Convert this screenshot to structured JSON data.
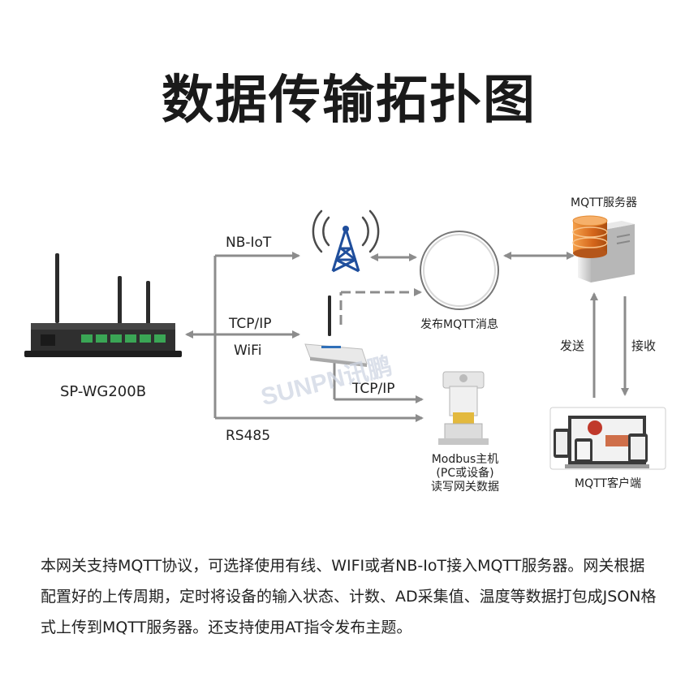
{
  "title": "数据传输拓扑图",
  "nodes": {
    "gateway": "SP-WG200B",
    "mqtt_server": "MQTT服务器",
    "publish": "发布MQTT消息",
    "modbus_host": [
      "Modbus主机",
      "(PC或设备)",
      "读写网关数据"
    ],
    "mqtt_client": "MQTT客户端"
  },
  "links": {
    "nbiot": "NB-IoT",
    "tcpip_top": "TCP/IP",
    "wifi": "WiFi",
    "tcpip_router": "TCP/IP",
    "rs485": "RS485",
    "send": "发送",
    "receive": "接收"
  },
  "watermark": "SUNPN讯鹏",
  "description": "本网关支持MQTT协议，可选择使用有线、WIFI或者NB-IoT接入MQTT服务器。网关根据配置好的上传周期，定时将设备的输入状态、计数、AD采集值、温度等数据打包成JSON格式上传到MQTT服务器。还支持使用AT指令发布主题。",
  "colors": {
    "arrow": "#8c8c8c",
    "server_db": "#e67e22",
    "tower": "#1f4e9c"
  }
}
